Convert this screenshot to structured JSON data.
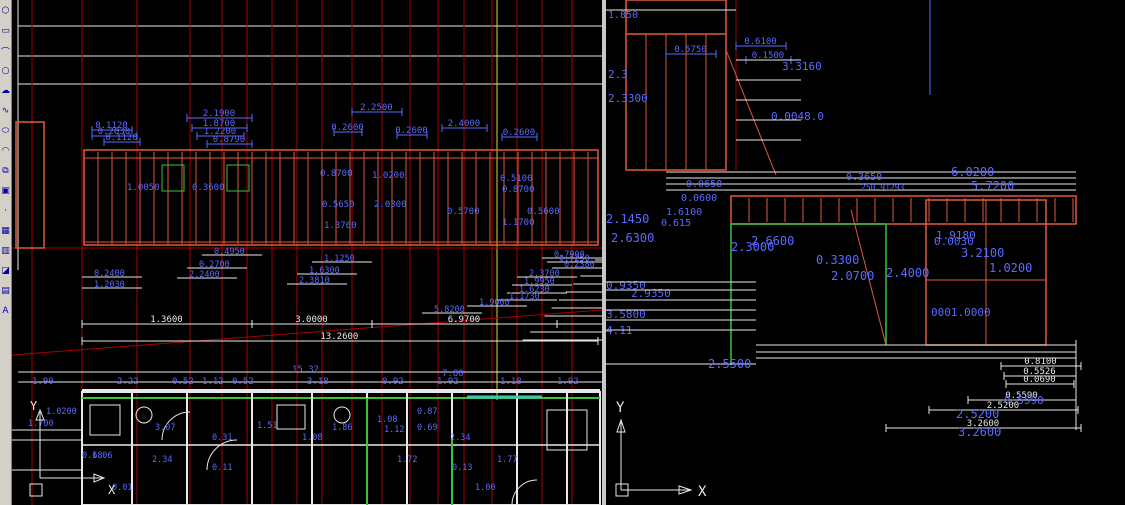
{
  "toolbar": {
    "tools": [
      {
        "name": "polygon-icon",
        "glyph": "⬡"
      },
      {
        "name": "rectangle-icon",
        "glyph": "▭"
      },
      {
        "name": "arc-icon",
        "glyph": "⌒"
      },
      {
        "name": "circle-icon",
        "glyph": "○"
      },
      {
        "name": "revcloud-icon",
        "glyph": "☁"
      },
      {
        "name": "spline-icon",
        "glyph": "∿"
      },
      {
        "name": "ellipse-icon",
        "glyph": "⬭"
      },
      {
        "name": "ellipse-arc-icon",
        "glyph": "◠"
      },
      {
        "name": "insert-block-icon",
        "glyph": "⧉"
      },
      {
        "name": "make-block-icon",
        "glyph": "▣"
      },
      {
        "name": "point-icon",
        "glyph": "·"
      },
      {
        "name": "hatch-icon",
        "glyph": "▦"
      },
      {
        "name": "gradient-icon",
        "glyph": "▥"
      },
      {
        "name": "region-icon",
        "glyph": "◪"
      },
      {
        "name": "table-icon",
        "glyph": "▤"
      },
      {
        "name": "multiline-text-icon",
        "glyph": "A"
      }
    ]
  },
  "colors": {
    "background": "#000000",
    "frame": "#e05a3a",
    "grid_red": "#a80000",
    "dim": "#5a6aff",
    "white": "#e8e8e8",
    "green": "#39c23a",
    "yellow": "#d8d820",
    "cyan": "#40c0c0"
  },
  "left": {
    "top_dims": [
      "0.1120",
      "0.2030",
      "0.1120",
      "2.1900",
      "1.8700",
      "1.2200",
      "0.8790",
      "2.2500",
      "0.2600",
      "0.2600",
      "2.4000",
      "0.2600"
    ],
    "mid_dims": [
      "1.0050",
      "0.3600",
      "0.8700",
      "0.5650",
      "1.0200",
      "2.0300",
      "1.3760",
      "0.5700",
      "0.5600",
      "1.1700",
      "0.8700",
      "0.5100"
    ],
    "low_dims": [
      "0.2400",
      "1.2030",
      "0.2700",
      "2.2400",
      "0.4950",
      "1.1250",
      "1.6300",
      "2.3810",
      "0.7900",
      "2.3700",
      "1.9950",
      "1.6230",
      "1.1730",
      "1.9000",
      "5.8200",
      "0.7250",
      "0.2380"
    ],
    "total_dims": [
      "1.3600",
      "3.0000",
      "6.9700",
      "13.2600"
    ],
    "plan_dims": [
      "1.90",
      "2.22",
      "0.52",
      "1.12",
      "0.52",
      "15.32",
      "3.18",
      "0.92",
      "1.92",
      "7.80",
      "1.18",
      "1.92"
    ],
    "room_dims": [
      "1.0200",
      "1.700",
      "3.07",
      "0.31",
      "1.51",
      "1.08",
      "1.86",
      "1.08",
      "0.87",
      "1.12",
      "0.69",
      "2.34",
      "2.34",
      "0.11",
      "1.06",
      "1.72",
      "0.13",
      "1.77",
      "1.00",
      "0.68",
      "0.01"
    ],
    "ucs_y": "Y",
    "ucs_x": "X"
  },
  "right": {
    "top_dims": [
      "1.850",
      "0.6100",
      "0.5750",
      "0.1500",
      "3.3160",
      "2.3",
      "2.3300",
      "0.0048.0"
    ],
    "mid_dims": [
      "0.3650",
      "6.0200",
      "5.7200",
      "250.91293",
      "0.0650",
      "0.0600",
      "1.6100",
      "2.1450",
      "0.615",
      "2.6300",
      "2.6600",
      "2.3000",
      "0.3300",
      "2.0700",
      "2.4000",
      "1.9180",
      "0.0030",
      "3.2100",
      "1.0200",
      "0001.0000"
    ],
    "left_dims": [
      "0.9350",
      "2.9350",
      "3.5800",
      "4.11",
      "2.5500"
    ],
    "bottom_dims": [
      "0.8100",
      "0.5526",
      "0.0690",
      "0.5590",
      "2.5200",
      "3.2600"
    ],
    "ucs_y": "Y",
    "ucs_x": "X"
  }
}
